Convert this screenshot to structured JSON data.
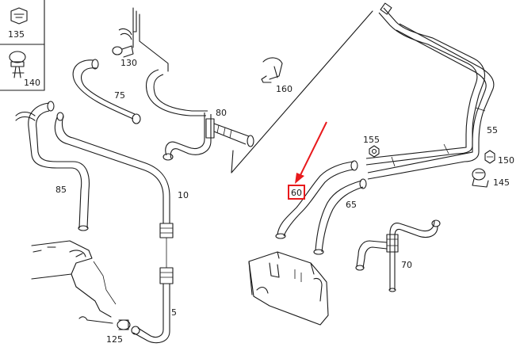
{
  "labels": {
    "p135": "135",
    "p140": "140",
    "p130": "130",
    "p75": "75",
    "p80": "80",
    "p85": "85",
    "p10": "10",
    "p5": "5",
    "p125": "125",
    "p160": "160",
    "p55": "55",
    "p155": "155",
    "p150": "150",
    "p145": "145",
    "p60": "60",
    "p65": "65",
    "p70": "70"
  },
  "highlight": {
    "part": "60",
    "color": "#e8191c"
  }
}
